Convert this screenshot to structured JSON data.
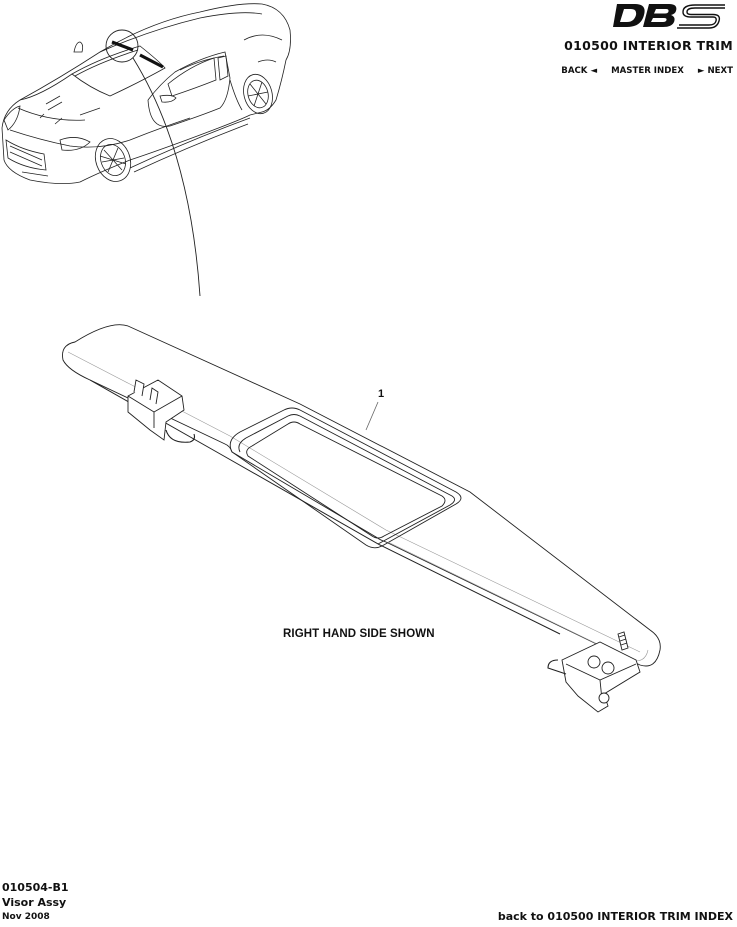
{
  "header": {
    "logo_text": "DBS",
    "section_title": "010500 INTERIOR TRIM",
    "nav": {
      "back_label": "BACK ◄",
      "master_index_label": "MASTER INDEX",
      "next_label": "► NEXT"
    }
  },
  "illustration": {
    "callouts": [
      {
        "number": "1"
      }
    ],
    "caption": "RIGHT HAND SIDE SHOWN",
    "icons": [
      "car-overview-illustration",
      "detail-circle",
      "leader-line",
      "sun-visor-assembly"
    ]
  },
  "footer": {
    "part_code": "010504-B1",
    "part_name": "Visor Assy",
    "date": "Nov 2008",
    "back_link": "back to 010500 INTERIOR TRIM INDEX"
  }
}
